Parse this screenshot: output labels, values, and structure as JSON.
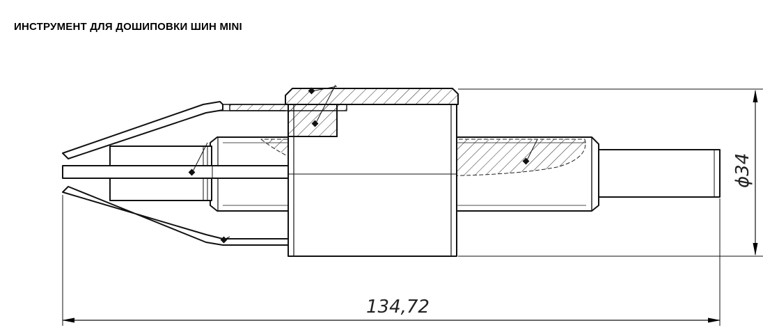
{
  "title": "ИНСТРУМЕНТ ДЛЯ ДОШИПОВКИ ШИН MINI",
  "dimensions": {
    "length": "134,72",
    "diameter": "ϕ34"
  }
}
